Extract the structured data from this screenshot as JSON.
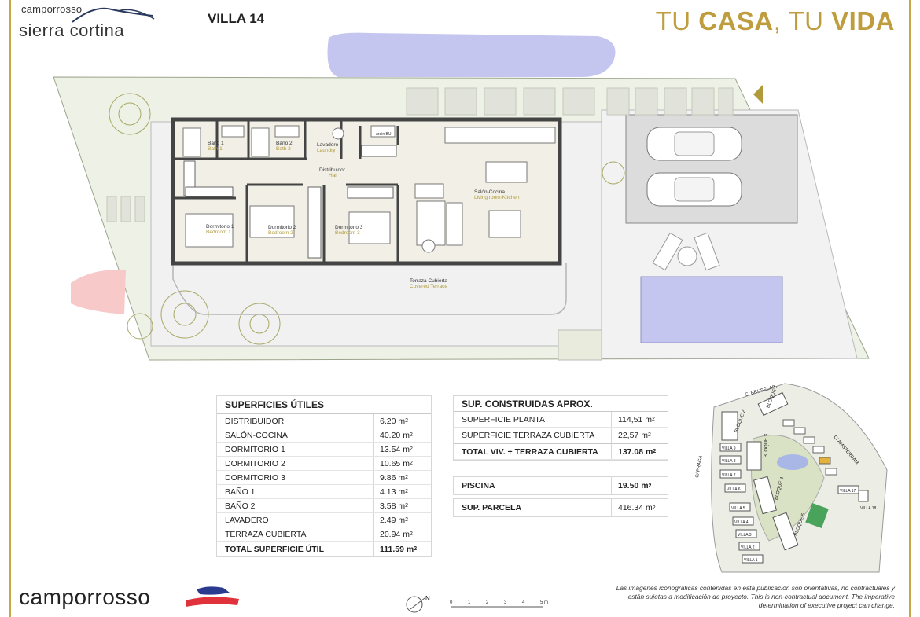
{
  "brand": {
    "top": "camporrosso",
    "name": "sierra cortina"
  },
  "villa_title": "VILLA 14",
  "slogan": {
    "p1": "TU ",
    "b1": "CASA",
    "p2": ", TU ",
    "b2": "VIDA"
  },
  "plan_labels": {
    "bath1_es": "Baño 1",
    "bath1_en": "Bath 1",
    "bath2_es": "Baño 2",
    "bath2_en": "Bath 2",
    "laundry_es": "Lavadero",
    "laundry_en": "Laundry",
    "hall_es": "Distribuidor",
    "hall_en": "Hall",
    "living_es": "Salón-Cocina",
    "living_en": "Living room-Kitchen",
    "bed1_es": "Dormitorio 1",
    "bed1_en": "Bedroom 1",
    "bed2_es": "Dormitorio 2",
    "bed2_en": "Bedroom 2",
    "bed3_es": "Dormitorio 3",
    "bed3_en": "Bedroom 3",
    "terrace_es": "Terraza Cubierta",
    "terrace_en": "Covered Terrace",
    "appliance": "ardin BU"
  },
  "superficies_utiles": {
    "title": "SUPERFICIES ÚTILES",
    "rows": [
      {
        "label": "DISTRIBUIDOR",
        "value": "6.20 m"
      },
      {
        "label": "SALÓN-COCINA",
        "value": "40.20 m"
      },
      {
        "label": "DORMITORIO 1",
        "value": "13.54 m"
      },
      {
        "label": "DORMITORIO 2",
        "value": "10.65 m"
      },
      {
        "label": "DORMITORIO 3",
        "value": "9.86 m"
      },
      {
        "label": "BAÑO 1",
        "value": "4.13 m"
      },
      {
        "label": "BAÑO 2",
        "value": "3.58 m"
      },
      {
        "label": "LAVADERO",
        "value": "2.49 m"
      },
      {
        "label": "TERRAZA CUBIERTA",
        "value": "20.94 m"
      }
    ],
    "total_label": "TOTAL SUPERFICIE ÚTIL",
    "total_value": "111.59 m",
    "sq": "2"
  },
  "sup_construidas": {
    "title": "SUP. CONSTRUIDAS APROX.",
    "rows": [
      {
        "label": "SUPERFICIE PLANTA",
        "value": "114,51 m"
      },
      {
        "label": "SUPERFICIE TERRAZA CUBIERTA",
        "value": "22,57 m"
      }
    ],
    "total_label": "TOTAL VIV. + TERRAZA CUBIERTA",
    "total_value": "137.08 m"
  },
  "piscina": {
    "label": "PISCINA",
    "value": "19.50 m"
  },
  "parcela": {
    "label": "SUP. PARCELA",
    "value": "416.34 m"
  },
  "site_plan": {
    "streets": [
      "C/ BRUSELAS",
      "C/ AMSTERDAM",
      "C/ PRAGA"
    ],
    "blocks": [
      "BLOQUE 1",
      "BLOQUE 2",
      "BLOQUE 3",
      "BLOQUE 4",
      "BLOQUE 5"
    ],
    "villas": [
      "VILLA 9",
      "VILLA 8",
      "VILLA 7",
      "VILLA 6",
      "VILLA 5",
      "VILLA 4",
      "VILLA 3",
      "VILLA 2",
      "VILLA 1",
      "VILLA 17",
      "VILLA 18"
    ]
  },
  "footer": {
    "brand": "camporrosso",
    "disclaimer_es": "Las imágenes iconográficas contenidas en esta publicación son orientativas, no contractuales y están sujetas a modificación de proyecto.",
    "disclaimer_en": "This is non-contractual document. The imperative determination of executive project can change.",
    "scale_ticks": [
      "0",
      "1",
      "2",
      "3",
      "4",
      "5 m"
    ],
    "compass_label": "N"
  },
  "colors": {
    "gold": "#bf9d3e",
    "garden": "#eef1e6",
    "pool": "#c5c6ef",
    "interior": "#f1efe6",
    "terrace": "#f1f1f1"
  }
}
